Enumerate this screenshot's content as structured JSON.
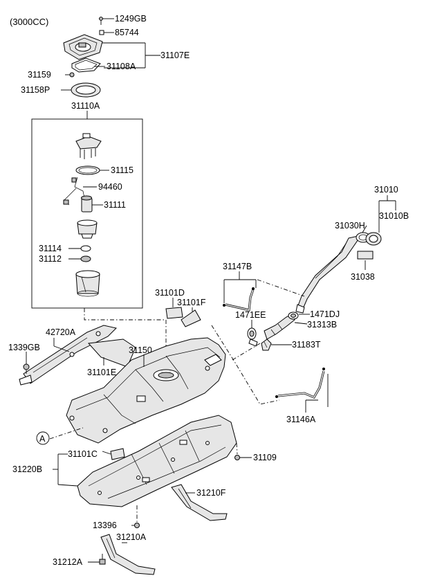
{
  "header": {
    "engine": "(3000CC)"
  },
  "callout": {
    "letter": "A"
  },
  "parts": [
    {
      "key": "p1249GB",
      "number": "1249GB"
    },
    {
      "key": "p85744",
      "number": "85744"
    },
    {
      "key": "p31107E",
      "number": "31107E"
    },
    {
      "key": "p31108A",
      "number": "31108A"
    },
    {
      "key": "p31159",
      "number": "31159"
    },
    {
      "key": "p31158P",
      "number": "31158P"
    },
    {
      "key": "p31110A",
      "number": "31110A"
    },
    {
      "key": "p31115",
      "number": "31115"
    },
    {
      "key": "p94460",
      "number": "94460"
    },
    {
      "key": "p31111",
      "number": "31111"
    },
    {
      "key": "p31114",
      "number": "31114"
    },
    {
      "key": "p31112",
      "number": "31112"
    },
    {
      "key": "p31010",
      "number": "31010"
    },
    {
      "key": "p31030H",
      "number": "31030H"
    },
    {
      "key": "p31010B",
      "number": "31010B"
    },
    {
      "key": "p31038",
      "number": "31038"
    },
    {
      "key": "p31147B",
      "number": "31147B"
    },
    {
      "key": "p31101D",
      "number": "31101D"
    },
    {
      "key": "p31101F",
      "number": "31101F"
    },
    {
      "key": "p1471EE",
      "number": "1471EE"
    },
    {
      "key": "p1471DJ",
      "number": "1471DJ"
    },
    {
      "key": "p31313B",
      "number": "31313B"
    },
    {
      "key": "p42720A",
      "number": "42720A"
    },
    {
      "key": "p1339GB",
      "number": "1339GB"
    },
    {
      "key": "p31150",
      "number": "31150"
    },
    {
      "key": "p31183T",
      "number": "31183T"
    },
    {
      "key": "p31101E",
      "number": "31101E"
    },
    {
      "key": "p31146A",
      "number": "31146A"
    },
    {
      "key": "p31101C",
      "number": "31101C"
    },
    {
      "key": "p31109",
      "number": "31109"
    },
    {
      "key": "p31220B",
      "number": "31220B"
    },
    {
      "key": "p31210F",
      "number": "31210F"
    },
    {
      "key": "p13396",
      "number": "13396"
    },
    {
      "key": "p31210A",
      "number": "31210A"
    },
    {
      "key": "p31212A",
      "number": "31212A"
    }
  ]
}
